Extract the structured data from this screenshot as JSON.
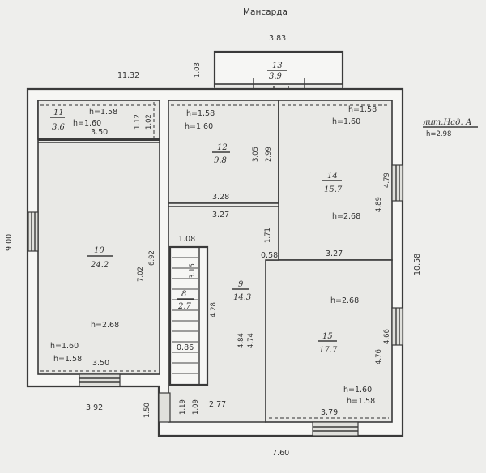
{
  "title": "Мансарда",
  "lit_label": "лит.Над. А",
  "lit_height": "h=2.98",
  "overall_dims": {
    "top_length": "11.32",
    "left_height": "9.00",
    "right_height": "10.58",
    "bottom_width": "7.60",
    "bottom_left": "3.92",
    "balcony_width": "3.83",
    "balcony_depth": "1.03",
    "porch_depth": "1.50"
  },
  "rooms": [
    {
      "num": "10",
      "area": "24.2"
    },
    {
      "num": "11",
      "area": "3.6"
    },
    {
      "num": "12",
      "area": "9.8"
    },
    {
      "num": "13",
      "area": "3.9"
    },
    {
      "num": "14",
      "area": "15.7"
    },
    {
      "num": "15",
      "area": "17.7"
    },
    {
      "num": "8",
      "area": "2.7"
    },
    {
      "num": "9",
      "area": "14.3"
    }
  ],
  "labels": {
    "h158": "h=1.58",
    "h160": "h=1.60",
    "h268": "h=2.68",
    "d350": "3.50",
    "d102": "1.02",
    "d112": "1.12",
    "d328": "3.28",
    "d327": "3.27",
    "d305": "3.05",
    "d299": "2.99",
    "d479": "4.79",
    "d489": "4.89",
    "d171": "1.71",
    "d058": "0.58",
    "d108": "1.08",
    "d315": "3.15",
    "d692": "6.92",
    "d702": "7.02",
    "d428": "4.28",
    "d484": "4.84",
    "d474": "4.74",
    "d466": "4.66",
    "d476": "4.76",
    "d086": "0.86",
    "d109": "1.09",
    "d119": "1.19",
    "d277": "2.77",
    "d379": "3.79"
  }
}
